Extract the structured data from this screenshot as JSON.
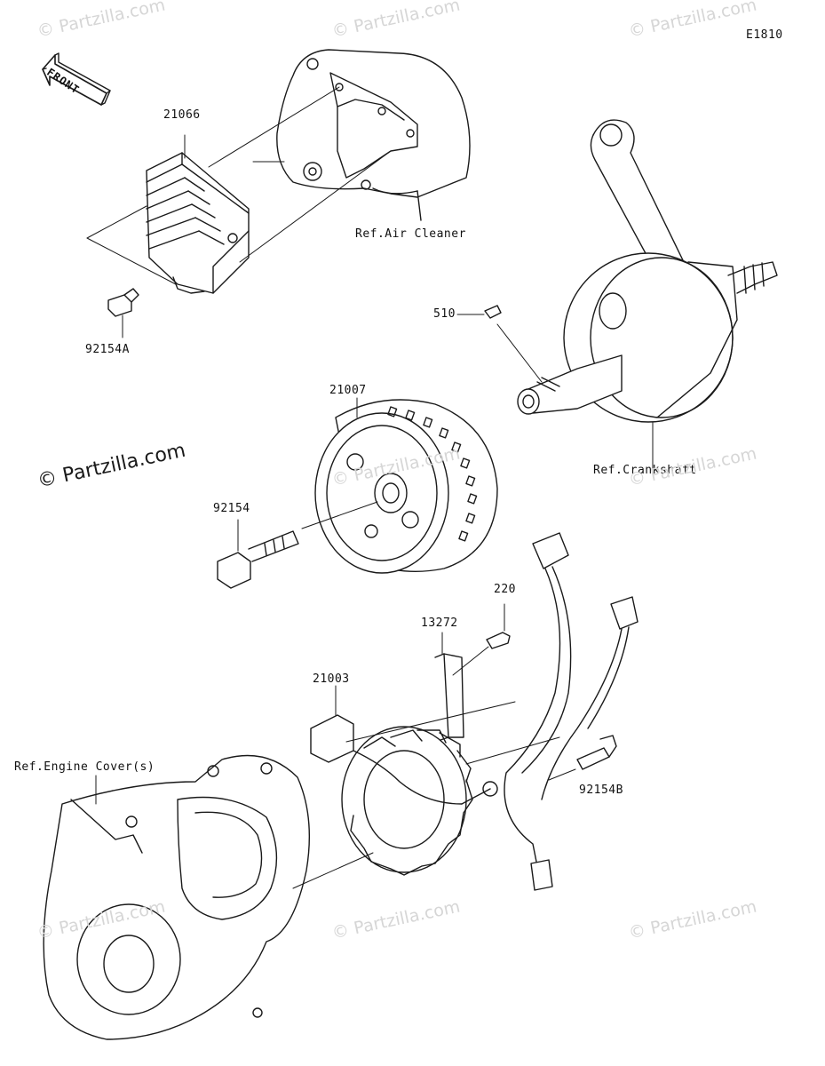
{
  "diagram_code": "E1810",
  "front_label": "FRONT",
  "watermark": "© Partzilla.com",
  "parts": {
    "regulator": "21066",
    "regulator_bolt": "92154A",
    "flywheel": "21007",
    "flywheel_bolt": "92154",
    "key": "510",
    "stator": "21003",
    "clamp": "13272",
    "stator_screw": "220",
    "stator_bolt": "92154B"
  },
  "references": {
    "air_cleaner": "Ref.Air Cleaner",
    "crankshaft": "Ref.Crankshaft",
    "engine_cover": "Ref.Engine Cover(s)"
  }
}
